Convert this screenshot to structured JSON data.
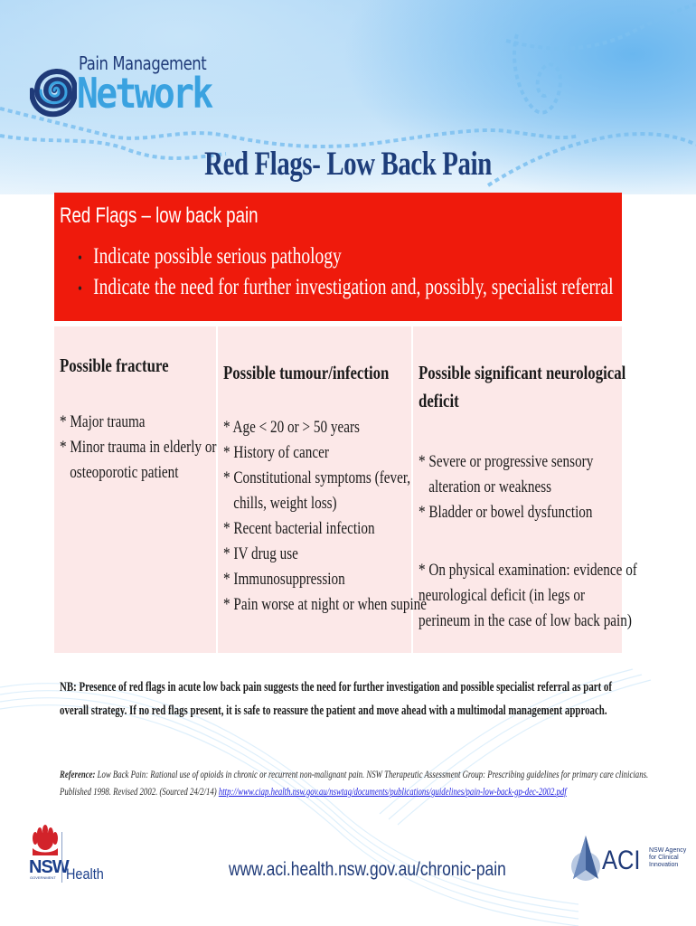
{
  "header": {
    "logo": {
      "line1": "Pain Management",
      "line2": "Network"
    },
    "title": "Red Flags- Low Back Pain"
  },
  "red_box": {
    "heading": "Red Flags – low back pain",
    "bullets": [
      "Indicate possible serious pathology",
      "Indicate the need for further investigation and, possibly, specialist referral"
    ],
    "bullet_glyph": "•"
  },
  "table": {
    "columns": [
      {
        "heading": [
          "Possible fracture"
        ],
        "items": [
          {
            "text": "* Major trauma",
            "indent": false
          },
          {
            "text": "* Minor trauma in elderly  or",
            "indent": false
          },
          {
            "text": "osteoporotic patient",
            "indent": true
          }
        ]
      },
      {
        "heading": [
          "Possible tumour/infection"
        ],
        "items": [
          {
            "text": "* Age < 20 or > 50 years",
            "indent": false
          },
          {
            "text": "* History of cancer",
            "indent": false
          },
          {
            "text": "* Constitutional symptoms (fever,",
            "indent": false
          },
          {
            "text": "chills, weight loss)",
            "indent": true
          },
          {
            "text": "* Recent bacterial infection",
            "indent": false
          },
          {
            "text": "* IV drug use",
            "indent": false
          },
          {
            "text": "* Immunosuppression",
            "indent": false
          },
          {
            "text": "* Pain worse at night or when supine",
            "indent": false
          }
        ]
      },
      {
        "heading": [
          "Possible significant neurological",
          "deficit"
        ],
        "items": [
          {
            "text": "* Severe or progressive sensory",
            "indent": false
          },
          {
            "text": "alteration or weakness",
            "indent": true
          },
          {
            "text": "* Bladder or bowel dysfunction",
            "indent": false
          }
        ],
        "items_2": [
          {
            "text": "* On physical examination: evidence of",
            "indent": false
          },
          {
            "text": "neurological deficit (in legs or",
            "indent": false
          },
          {
            "text": "perineum in the case of low back pain)",
            "indent": false
          }
        ]
      }
    ]
  },
  "note": {
    "lines": [
      "NB: Presence of red flags in acute low back pain suggests the need for further investigation and possible specialist referral as part of",
      "overall strategy. If no red flags present, it is safe to reassure the patient and move ahead with a multimodal management approach."
    ]
  },
  "reference": {
    "label": "Reference:",
    "line1": " Low Back Pain: Rational use of opioids in chronic or recurrent non-malignant pain. NSW Therapeutic Assessment Group: Prescribing guidelines for primary care clinicians.",
    "line2": "Published 1998. Revised 2002. (Sourced 24/2/14) ",
    "link": "http://www.ciap.health.nsw.gov.au/nswtag/documents/publications/guidelines/pain-low-back-gp-dec-2002.pdf"
  },
  "footer": {
    "nsw": {
      "abbr": "NSW",
      "government": "GOVERNMENT",
      "health": "Health"
    },
    "url": "www.aci.health.nsw.gov.au/chronic-pain",
    "aci": {
      "abbr": "ACI",
      "sub": [
        "NSW Agency",
        "for Clinical",
        "Innovation"
      ]
    }
  },
  "colors": {
    "red_box": "#ef1a0c",
    "table_bg": "#fce8e8",
    "title_blue": "#1d3d7a",
    "logo_light_blue": "#3aa2e0",
    "link_blue": "#1a1ae0"
  }
}
